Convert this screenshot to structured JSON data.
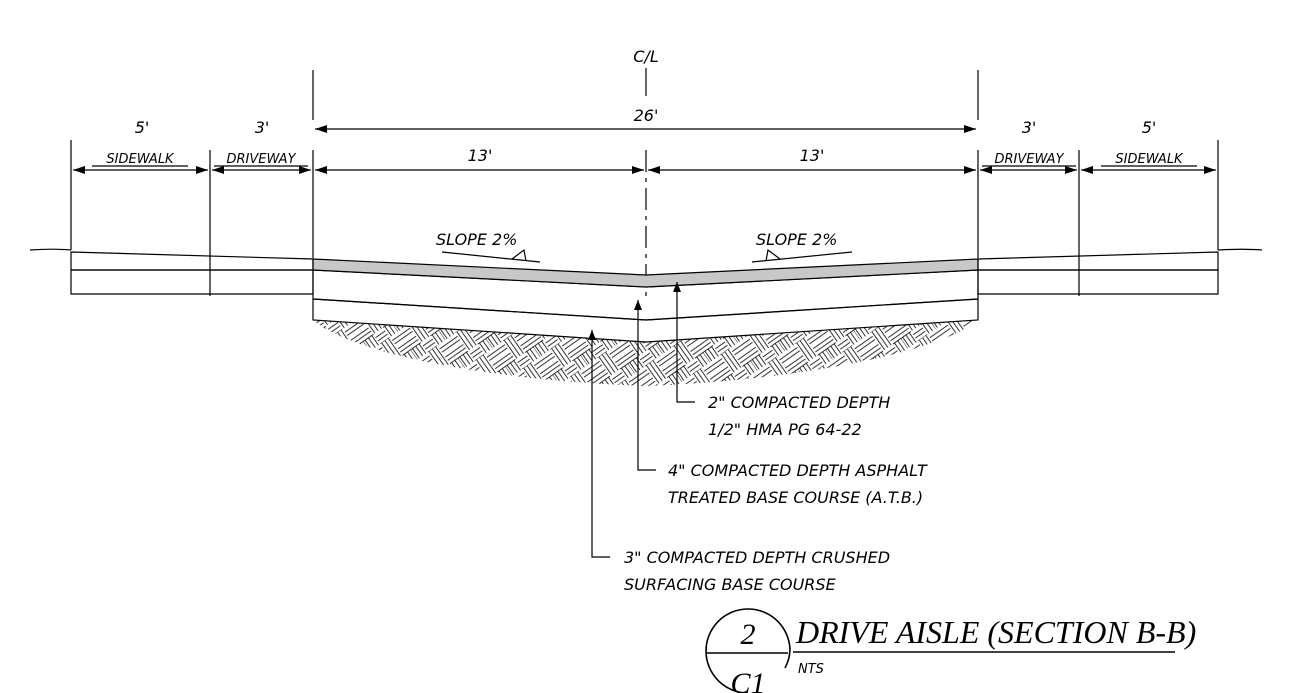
{
  "centerline": {
    "label": "C/L"
  },
  "dimensions": {
    "overall": "26'",
    "left_half": "13'",
    "right_half": "13'",
    "left_driveway": "3'",
    "right_driveway": "3'",
    "left_sidewalk": "5'",
    "right_sidewalk": "5'"
  },
  "zones": {
    "left_sidewalk": "SIDEWALK",
    "left_driveway": "DRIVEWAY",
    "right_driveway": "DRIVEWAY",
    "right_sidewalk": "SIDEWALK"
  },
  "slopes": {
    "left": "SLOPE 2%",
    "right": "SLOPE 2%"
  },
  "callouts": {
    "hma": {
      "line1": "2\" COMPACTED DEPTH",
      "line2": "1/2\" HMA PG 64-22"
    },
    "atb": {
      "line1": "4\" COMPACTED DEPTH ASPHALT",
      "line2": "TREATED BASE COURSE (A.T.B.)"
    },
    "csbc": {
      "line1": "3\" COMPACTED DEPTH CRUSHED",
      "line2": "SURFACING BASE COURSE"
    }
  },
  "title_block": {
    "detail_number": "2",
    "sheet": "C1",
    "title": "DRIVE AISLE (SECTION B-B)",
    "scale": "NTS"
  }
}
